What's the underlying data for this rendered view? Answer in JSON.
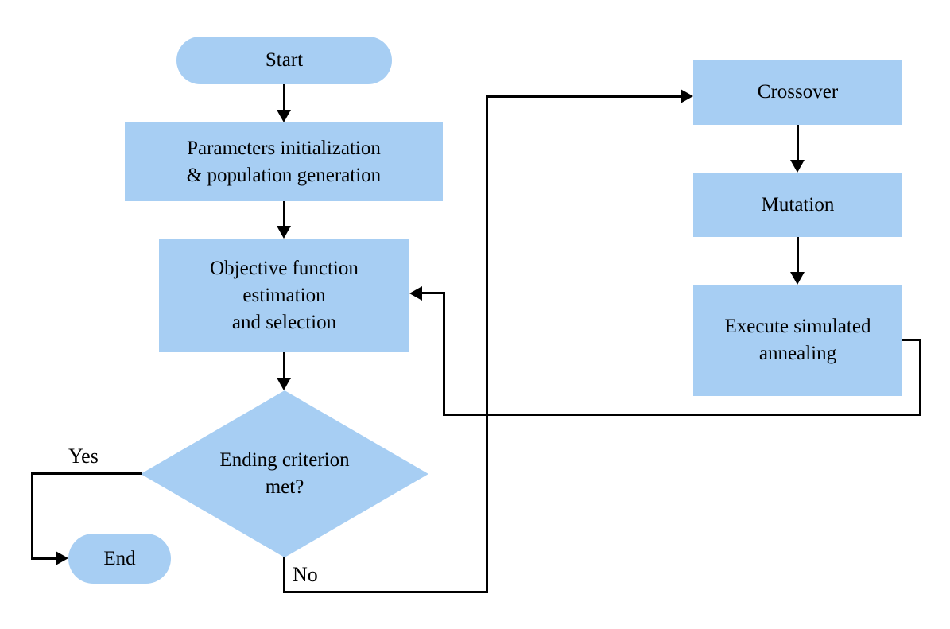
{
  "nodes": {
    "start": "Start",
    "init": "Parameters initialization\n& population generation",
    "objective": "Objective function\nestimation\nand selection",
    "decision": "Ending criterion\nmet?",
    "end": "End",
    "crossover": "Crossover",
    "mutation": "Mutation",
    "annealing": "Execute simulated\nannealing"
  },
  "labels": {
    "yes": "Yes",
    "no": "No"
  },
  "colors": {
    "node_fill": "#A7CEF3",
    "line_color": "#000000",
    "text_color": "#000000",
    "background": "#FFFFFF"
  }
}
